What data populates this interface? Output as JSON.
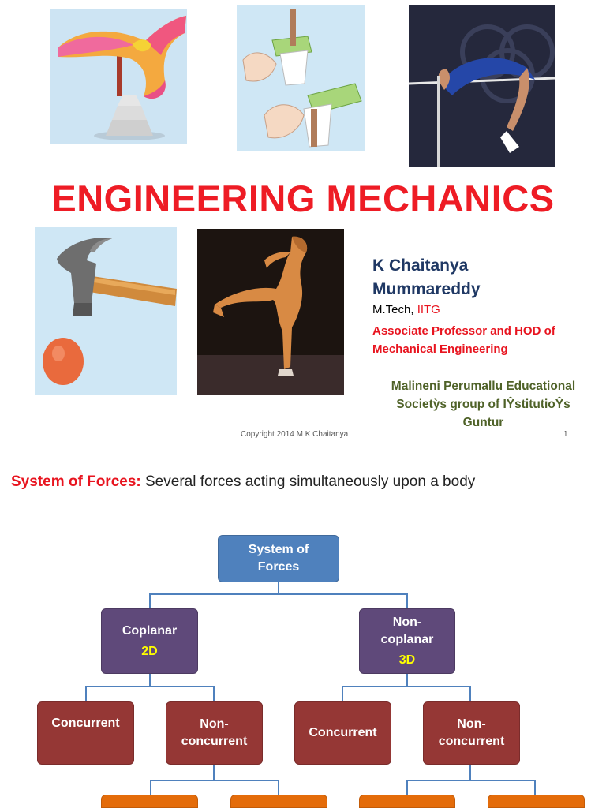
{
  "slide1": {
    "title": "ENGINEERING MECHANICS",
    "author_name_line1": "K Chaitanya",
    "author_name_line2": "Mummareddy",
    "degree": "M.Tech, ",
    "degree_institute": "IITG",
    "designation_line1": "Associate Professor and HOD of",
    "designation_line2": "Mechanical Engineering",
    "institution_line1": "Malineni Perumallu Educational",
    "institution_line2": "Societỳs group of IŶstitutioŶs",
    "institution_line3": "Guntur",
    "copyright": "Copyright 2014  M K Chaitanya",
    "page_number": "1"
  },
  "slide2": {
    "definition_term": "System of Forces:",
    "definition_text": " Several forces acting simultaneously upon a body",
    "tree": {
      "root_line1": "System of",
      "root_line2": "Forces",
      "coplanar": "Coplanar",
      "coplanar_dim": "2D",
      "noncoplanar_line1": "Non-",
      "noncoplanar_line2": "coplanar",
      "noncoplanar_dim": "3D",
      "left_concurrent": "Concurrent",
      "left_nonconcurrent_line1": "Non-",
      "left_nonconcurrent_line2": "concurrent",
      "right_concurrent": "Concurrent",
      "right_nonconcurrent_line1": "Non-",
      "right_nonconcurrent_line2": "concurrent"
    }
  },
  "colors": {
    "title_red": "#ee1c25",
    "author_navy": "#1f3864",
    "institution_green": "#4f6228",
    "node_blue": "#4f81bd",
    "node_purple": "#5f497a",
    "node_maroon": "#953735",
    "node_orange": "#e46c0a",
    "dimension_yellow": "#ffff00"
  },
  "images": [
    "balancing-bird-toy-picture",
    "paper-cup-and-card-picture",
    "high-jumper-picture",
    "hammer-and-egg-picture",
    "ice-skater-picture"
  ]
}
